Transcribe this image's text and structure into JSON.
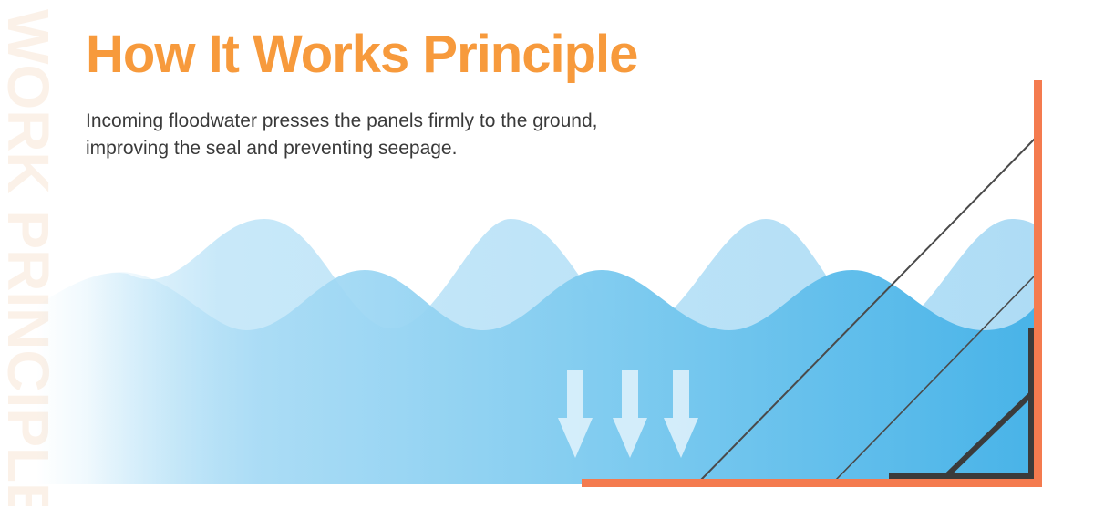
{
  "watermark": "WORK PRINCIPLE",
  "title": "How It Works Principle",
  "description": "Incoming floodwater presses the panels firmly to the ground, improving the seal and preventing seepage.",
  "colors": {
    "title": "#f79a3c",
    "barrier": "#f47b4f",
    "water_light": "#b6e1f7",
    "water_dark": "#4cb6e8",
    "arrow": "#d8effb",
    "brace": "#3b3b3b"
  },
  "icons": {
    "pressure_arrows": "down-arrow-icon"
  }
}
